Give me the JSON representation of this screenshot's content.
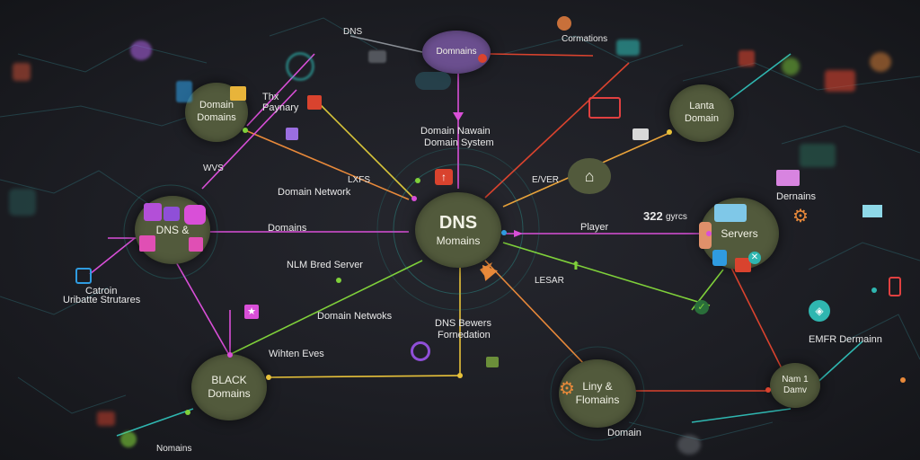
{
  "nodes": {
    "center": {
      "line1": "DNS",
      "line2": "Momains"
    },
    "top": {
      "label": "Domnains"
    },
    "left_top": {
      "line1": "Domain",
      "line2": "Domains"
    },
    "left_mid": {
      "label": "DNS &"
    },
    "bottom_left": {
      "line1": "BLACK",
      "line2": "Domains"
    },
    "bottom_mid": {
      "line1": "Liny &",
      "line2": "Flomains"
    },
    "right_top": {
      "line1": "Lanta",
      "line2": "Domain"
    },
    "right_mid": {
      "label": "Servers"
    },
    "bottom_right": {
      "line1": "Nam 1",
      "line2": "Damv"
    }
  },
  "labels": {
    "dns_top": "DNS",
    "cormations": "Cormations",
    "thx": "Thx",
    "paynary": "Paynary",
    "domain_nawain": "Domain Nawain",
    "domain_system": "Domain System",
    "wvs": "WVS",
    "lxfs": "LXFS",
    "domain_network": "Domain Network",
    "ever": "E/VER",
    "domains": "Domains",
    "player": "Player",
    "count": "322",
    "gyrcs": "gyrcs",
    "dernains": "Dernains",
    "nlm": "NLM Bred Server",
    "catroin": "Catroin",
    "uribatte": "Uribatte Strutares",
    "lesar": "LESAR",
    "domain_netwoks": "Domain Netwoks",
    "dns_bewers": "DNS Bewers",
    "fornedation": "Fornedation",
    "whiten_eves": "Wihten Eves",
    "emfr": "EMFR Dermainn",
    "domain_bottom": "Domain",
    "nomains": "Nomains"
  },
  "colors": {
    "background": "#1d1e24",
    "node_fill": "#525a3c",
    "top_node_fill": "#6b4f8f",
    "magenta_link": "#d94fd8",
    "orange_link": "#e8893a",
    "green_link": "#7fd03a",
    "teal": "#2fb6b0",
    "red_link": "#d9432e"
  }
}
